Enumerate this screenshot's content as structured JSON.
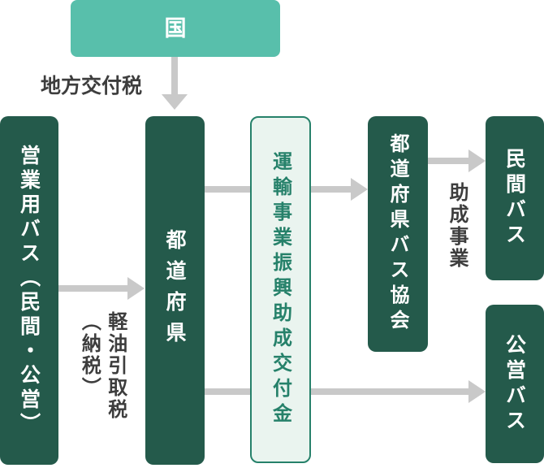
{
  "diagram": {
    "nodes": {
      "national": {
        "label": "国"
      },
      "commercial_bus": {
        "label": "営業用バス（民間・公営）"
      },
      "prefecture": {
        "label": "都道府県"
      },
      "grant": {
        "label": "運輸事業振興助成交付金"
      },
      "bus_association": {
        "label": "都道府県バス協会"
      },
      "private_bus": {
        "label": "民間バス"
      },
      "public_bus": {
        "label": "公営バス"
      }
    },
    "edge_labels": {
      "local_allocation_tax": "地方交付税",
      "diesel_delivery_tax": "軽油引取税（納税）",
      "subsidy_project": "助成事業"
    },
    "colors": {
      "dark_green": "#245a4b",
      "teal": "#58bfab",
      "light_fill": "#eaf4ef",
      "green_accent": "#26816a",
      "arrow_gray": "#c9c9c9",
      "label_gray": "#3d3d3d",
      "background": "#ffffff",
      "box_text": "#ffffff"
    }
  }
}
